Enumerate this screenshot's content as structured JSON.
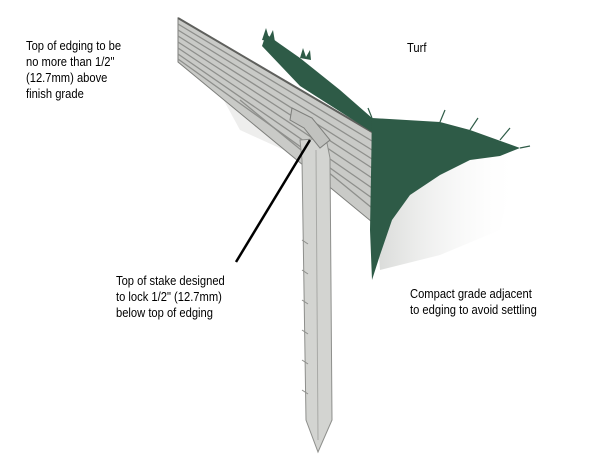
{
  "labels": {
    "edging_top": "Top of edging to be\nno more than 1/2\"\n(12.7mm) above\nfinish grade",
    "turf": "Turf",
    "stake_top": "Top of stake designed\nto lock 1/2\" (12.7mm)\nbelow top of edging",
    "compact_grade": "Compact grade adjacent\nto edging to avoid settling"
  },
  "colors": {
    "edging_fill": "#c9cac7",
    "edging_groove": "#8e8f8c",
    "stake_fill": "#d3d4d1",
    "turf": "#2e5b47",
    "leader_line": "#000000"
  }
}
